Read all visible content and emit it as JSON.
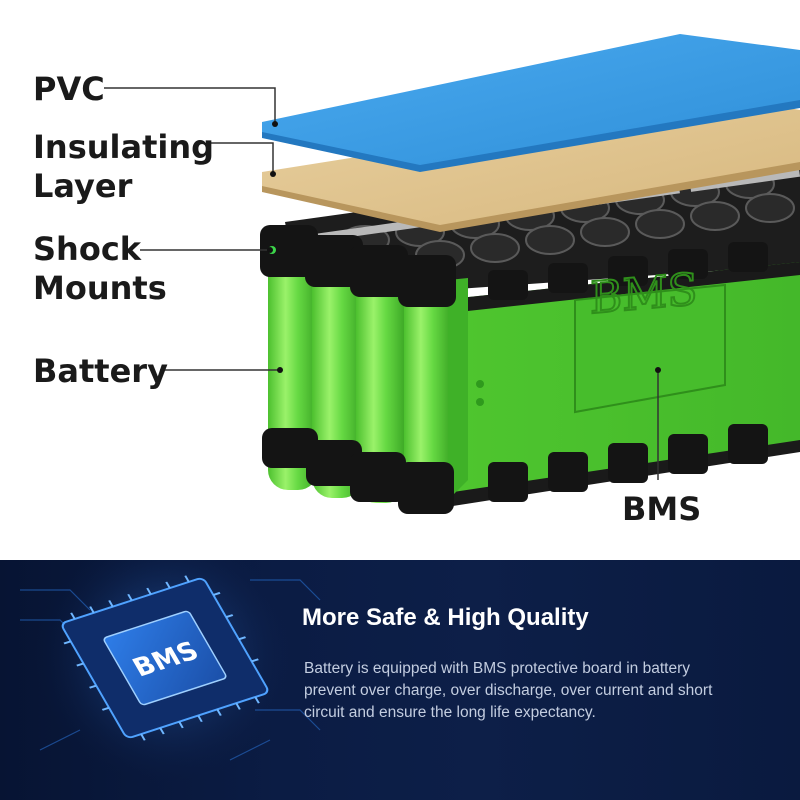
{
  "labels": {
    "pvc": "PVC",
    "insulating": "Insulating\nLayer",
    "shock": "Shock\nMounts",
    "battery": "Battery",
    "bms": "BMS"
  },
  "bms_panel_text": "BMS",
  "chip_text": "BMS",
  "panel": {
    "title": "More Safe & High Quality",
    "description": "Battery is equipped with BMS protective board in battery prevent over charge, over discharge, over current and short circuit and ensure the long life expectancy."
  },
  "colors": {
    "pvc": "#3d9ee3",
    "insulating": "#dfc38e",
    "cell_green": "#5fd23f",
    "holder": "#141414",
    "panel_bg": "#0b1c44",
    "chip_glow": "#2f7dff"
  }
}
